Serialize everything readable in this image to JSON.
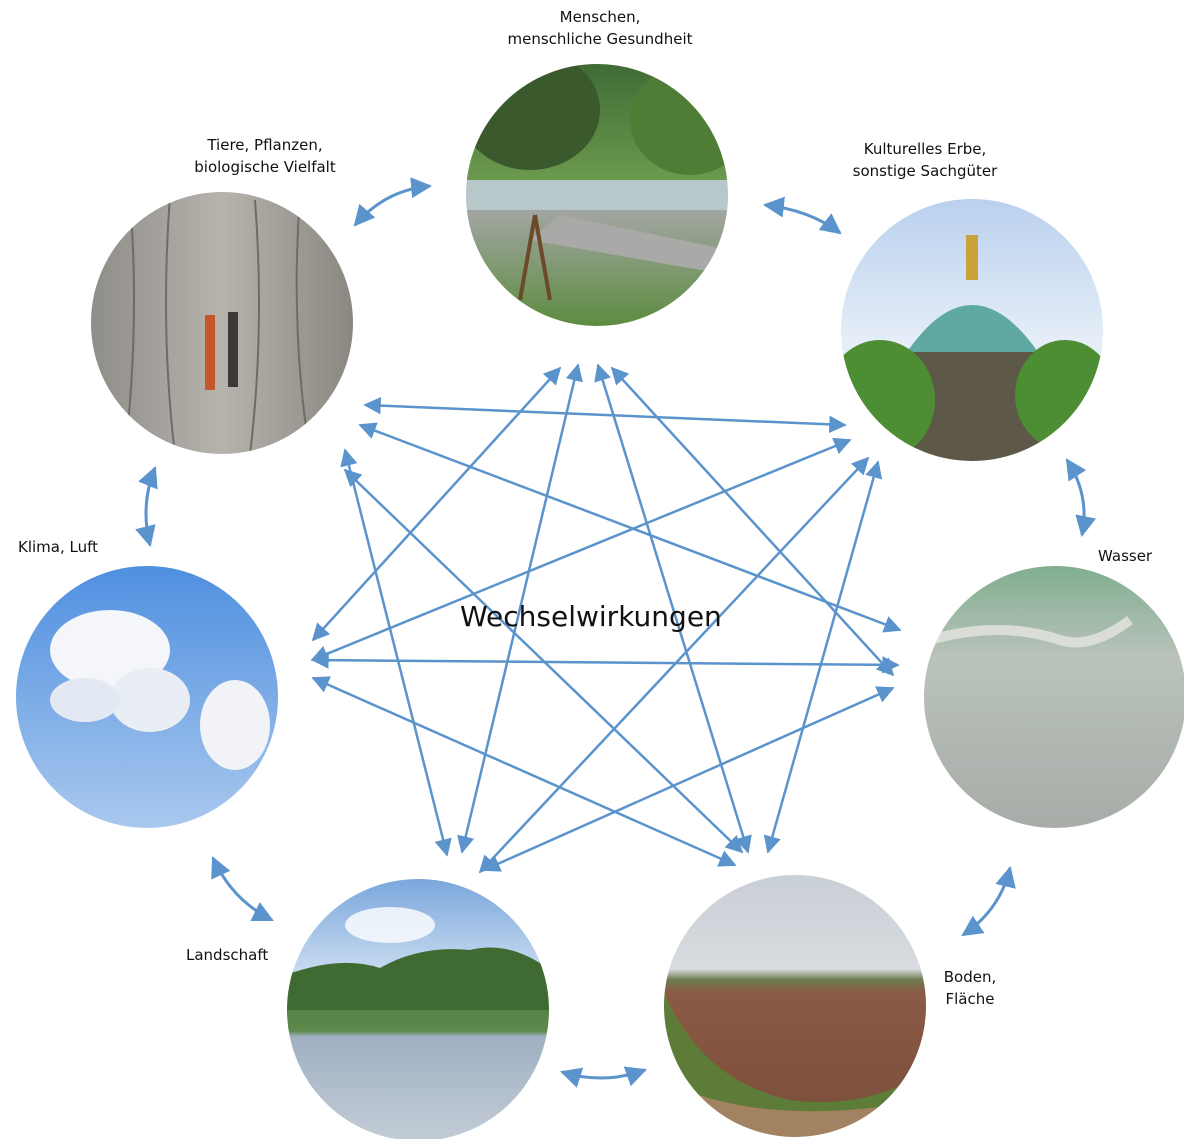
{
  "center_title": "Wechselwirkungen",
  "nodes": {
    "menschen": {
      "line1": "Menschen,",
      "line2": "menschliche Gesundheit"
    },
    "tiere": {
      "line1": "Tiere, Pflanzen,",
      "line2": "biologische Vielfalt"
    },
    "kultur": {
      "line1": "Kulturelles Erbe,",
      "line2": "sonstige Sachgüter"
    },
    "klima": {
      "line1": "Klima, Luft"
    },
    "wasser": {
      "line1": "Wasser"
    },
    "landschaft": {
      "line1": "Landschaft"
    },
    "boden": {
      "line1": "Boden,",
      "line2": "Fläche"
    }
  },
  "colors": {
    "arrow": "#5b93cc"
  }
}
